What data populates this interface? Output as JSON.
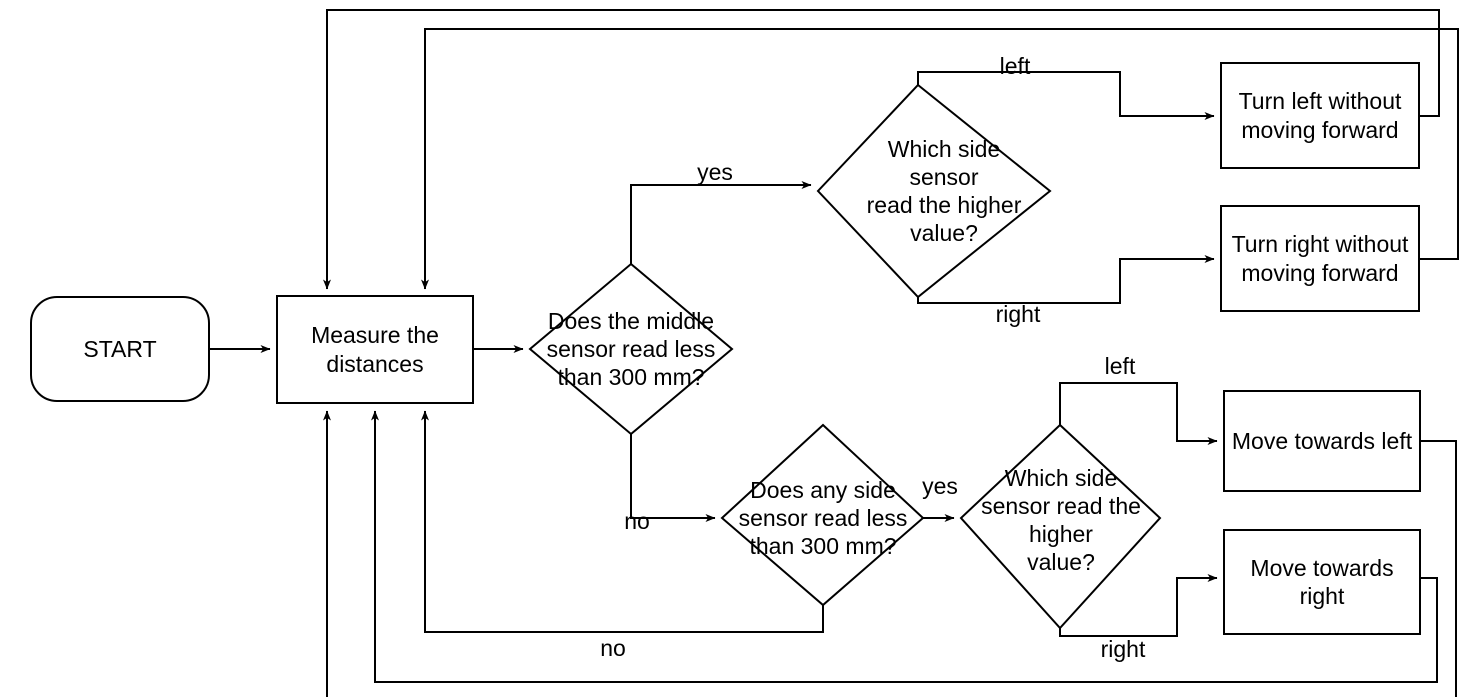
{
  "diagram": {
    "type": "flowchart",
    "title": "Obstacle-avoidance sensor decision flowchart",
    "background_color": "#ffffff",
    "line_color": "#000000",
    "text_color": "#000000",
    "nodes": {
      "start": {
        "label": "START",
        "shape": "rounded-rectangle"
      },
      "measure": {
        "label": "Measure the\ndistances",
        "shape": "rectangle"
      },
      "middle_sensor_check": {
        "label": "Does the middle\nsensor read less\nthan 300 mm?",
        "shape": "diamond"
      },
      "which_side_higher_top": {
        "label": "Which side\nsensor\nread the higher\nvalue?",
        "shape": "diamond"
      },
      "turn_left": {
        "label": "Turn left without\nmoving forward",
        "shape": "rectangle"
      },
      "turn_right": {
        "label": "Turn right without\nmoving forward",
        "shape": "rectangle"
      },
      "any_side_check": {
        "label": "Does any side\nsensor read less\nthan 300 mm?",
        "shape": "diamond"
      },
      "which_side_higher_bottom": {
        "label": "Which side\nsensor read the\nhigher\nvalue?",
        "shape": "diamond"
      },
      "move_left": {
        "label": "Move towards left",
        "shape": "rectangle"
      },
      "move_right": {
        "label": "Move towards\nright",
        "shape": "rectangle"
      }
    },
    "edge_labels": {
      "middle_yes": "yes",
      "middle_no": "no",
      "top_left": "left",
      "top_right": "right",
      "any_yes": "yes",
      "any_no": "no",
      "bottom_left": "left",
      "bottom_right": "right"
    },
    "edges": [
      {
        "from": "start",
        "to": "measure",
        "label": ""
      },
      {
        "from": "measure",
        "to": "middle_sensor_check",
        "label": ""
      },
      {
        "from": "middle_sensor_check",
        "to": "which_side_higher_top",
        "label": "yes"
      },
      {
        "from": "middle_sensor_check",
        "to": "any_side_check",
        "label": "no"
      },
      {
        "from": "which_side_higher_top",
        "to": "turn_left",
        "label": "left"
      },
      {
        "from": "which_side_higher_top",
        "to": "turn_right",
        "label": "right"
      },
      {
        "from": "turn_left",
        "to": "measure",
        "label": ""
      },
      {
        "from": "turn_right",
        "to": "measure",
        "label": ""
      },
      {
        "from": "any_side_check",
        "to": "which_side_higher_bottom",
        "label": "yes"
      },
      {
        "from": "any_side_check",
        "to": "measure",
        "label": "no"
      },
      {
        "from": "which_side_higher_bottom",
        "to": "move_left",
        "label": "left"
      },
      {
        "from": "which_side_higher_bottom",
        "to": "move_right",
        "label": "right"
      },
      {
        "from": "move_left",
        "to": "measure",
        "label": ""
      },
      {
        "from": "move_right",
        "to": "measure",
        "label": ""
      }
    ]
  }
}
